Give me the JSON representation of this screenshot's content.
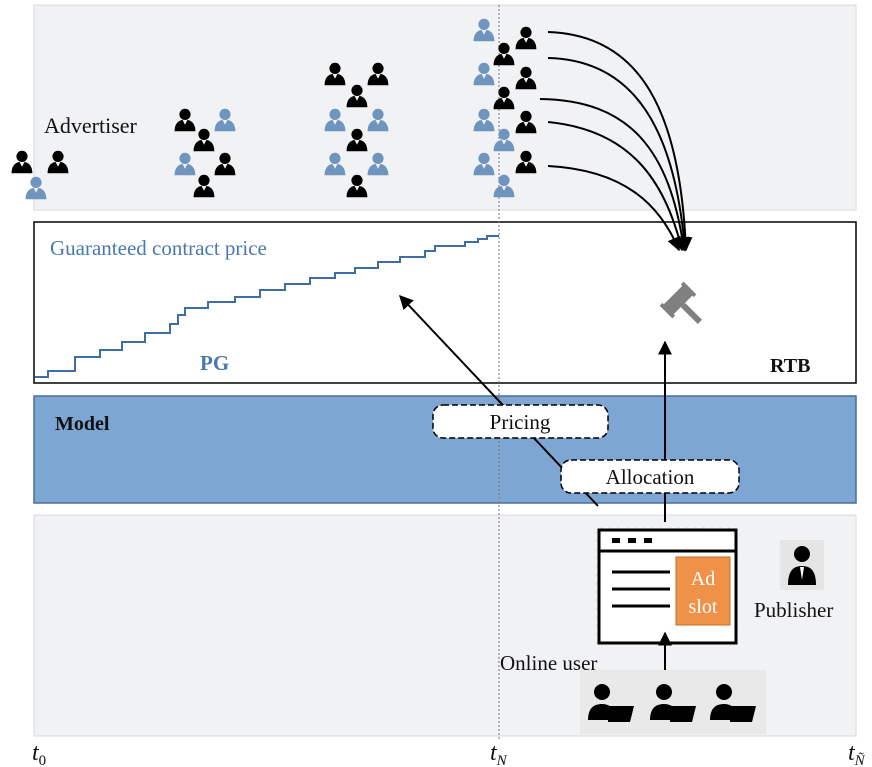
{
  "advertiser": {
    "label": "Advertiser"
  },
  "pg_panel": {
    "title": "Guaranteed contract price",
    "label": "PG"
  },
  "rtb_panel": {
    "label": "RTB"
  },
  "model_band": {
    "label": "Model",
    "pricing_label": "Pricing",
    "allocation_label": "Allocation"
  },
  "publisher_area": {
    "ad_slot_line1": "Ad",
    "ad_slot_line2": "slot",
    "publisher_label": "Publisher",
    "online_user_label": "Online user"
  },
  "timeline": {
    "t0": {
      "base": "t",
      "sub": "0"
    },
    "tN": {
      "base": "t",
      "sub": "N"
    },
    "tNtilde": {
      "base": "t",
      "sub": "Ñ"
    }
  },
  "colors": {
    "light_band": "#f1f2f4",
    "model_blue": "#7da6d3",
    "price_line": "#3f6ea6",
    "user_blue": "#6f95bf",
    "user_black": "#000000",
    "ad_slot_orange": "#f0914a",
    "gavel_gray": "#808080"
  },
  "icons": {
    "advertiser_person": "person-icon",
    "auction": "gavel-icon",
    "webpage": "browser-window-icon",
    "publisher": "businessman-icon",
    "online_user": "laptop-user-icon"
  }
}
